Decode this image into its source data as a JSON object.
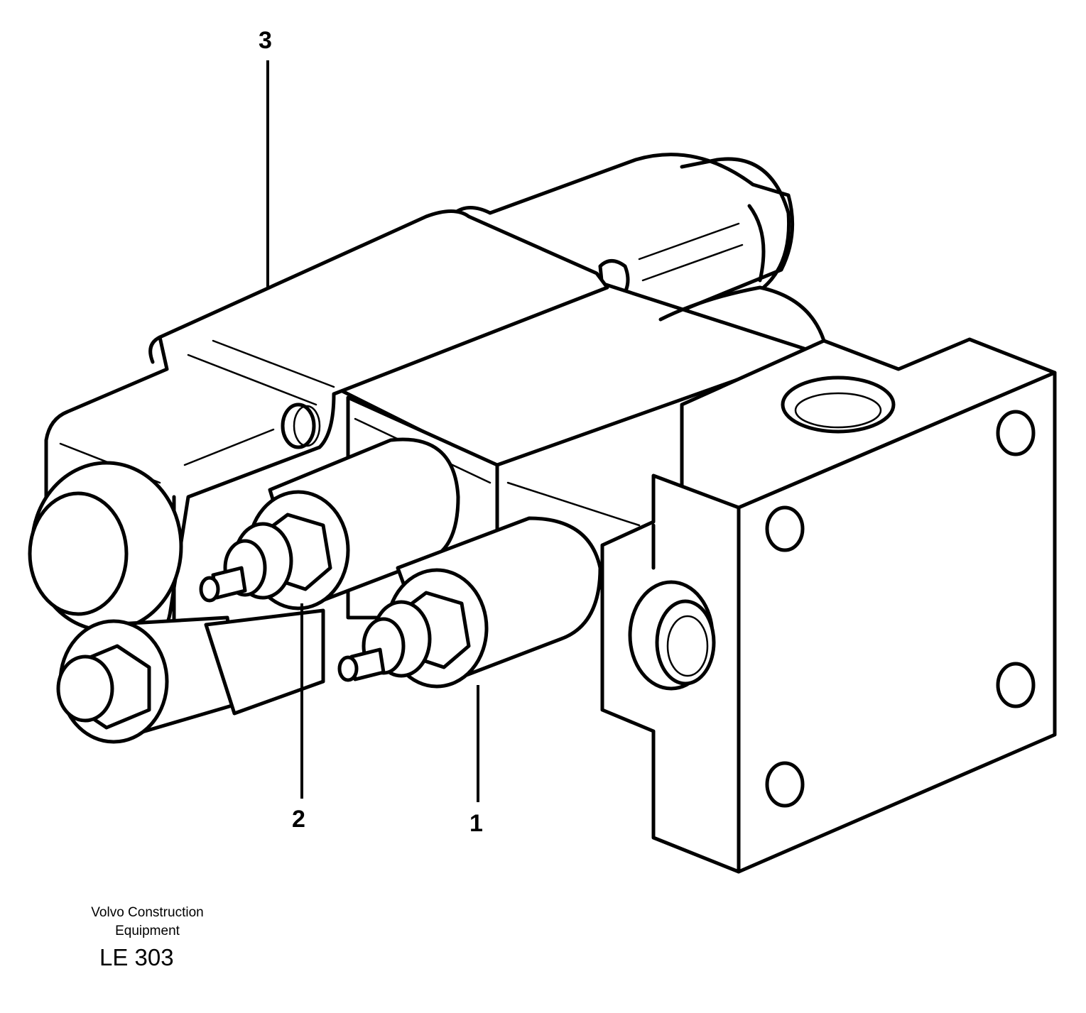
{
  "diagram": {
    "callouts": [
      {
        "id": "callout-1",
        "label": "1"
      },
      {
        "id": "callout-2",
        "label": "2"
      },
      {
        "id": "callout-3",
        "label": "3"
      }
    ]
  },
  "footer": {
    "company_line1": "Volvo Construction",
    "company_line2": "Equipment",
    "drawing_code": "LE 303"
  }
}
